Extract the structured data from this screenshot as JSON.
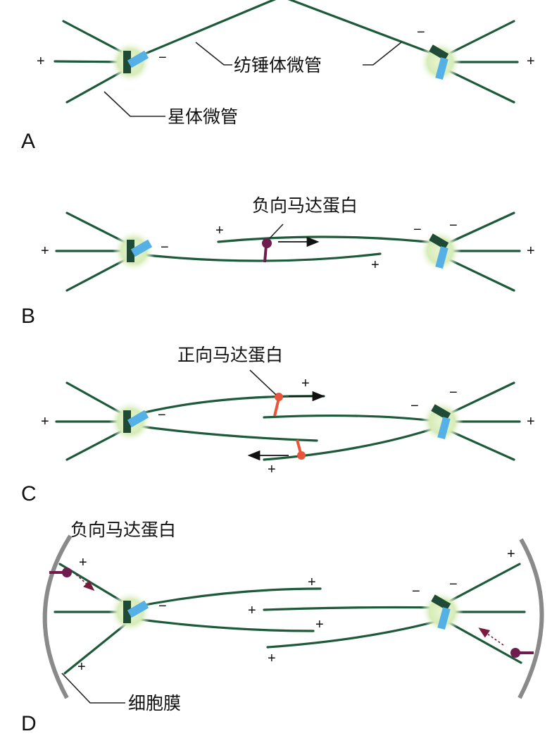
{
  "panels": {
    "A": {
      "letter": "A",
      "spindle_label": "纺锤体微管",
      "aster_label": "星体微管"
    },
    "B": {
      "letter": "B",
      "motor_label": "负向马达蛋白"
    },
    "C": {
      "letter": "C",
      "motor_label": "正向马达蛋白"
    },
    "D": {
      "letter": "D",
      "motor_label": "负向马达蛋白",
      "membrane_label": "细胞膜"
    }
  },
  "signs": {
    "plus": "+",
    "minus": "−"
  },
  "colors": {
    "microtubule": "#1d5a3a",
    "centrosome_glow": "#d6ecb8",
    "centriole_dark": "#1e4a36",
    "centriole_blue": "#55b0e6",
    "minus_motor": "#6e1d4e",
    "plus_motor": "#e8553a",
    "membrane": "#8a8a8a"
  }
}
